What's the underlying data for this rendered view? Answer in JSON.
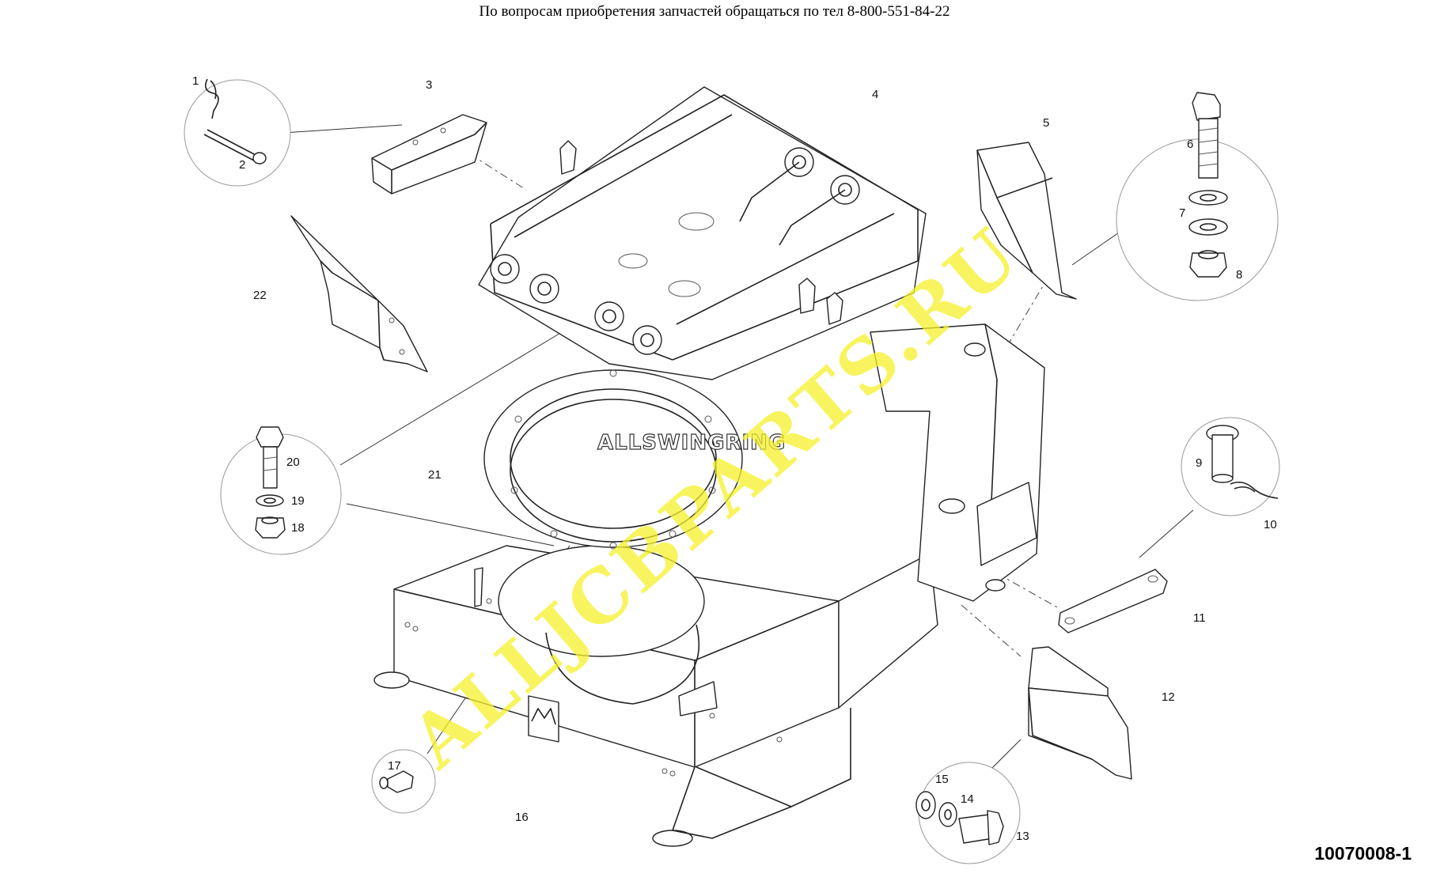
{
  "header": {
    "text": "По вопросам приобретения запчастей обращаться по тел 8-800-551-84-22"
  },
  "drawing_number": "10070008-1",
  "stamp": "ALLSWINGRING",
  "watermark": "ALLJCBPARTS.RU",
  "callouts": [
    {
      "id": "1",
      "label": "1"
    },
    {
      "id": "2",
      "label": "2"
    },
    {
      "id": "3",
      "label": "3"
    },
    {
      "id": "4",
      "label": "4"
    },
    {
      "id": "5",
      "label": "5"
    },
    {
      "id": "6",
      "label": "6"
    },
    {
      "id": "7",
      "label": "7"
    },
    {
      "id": "8",
      "label": "8"
    },
    {
      "id": "9",
      "label": "9"
    },
    {
      "id": "10",
      "label": "10"
    },
    {
      "id": "11",
      "label": "11"
    },
    {
      "id": "12",
      "label": "12"
    },
    {
      "id": "13",
      "label": "13"
    },
    {
      "id": "14",
      "label": "14"
    },
    {
      "id": "15",
      "label": "15"
    },
    {
      "id": "16",
      "label": "16"
    },
    {
      "id": "17",
      "label": "17"
    },
    {
      "id": "18",
      "label": "18"
    },
    {
      "id": "19",
      "label": "19"
    },
    {
      "id": "20",
      "label": "20"
    },
    {
      "id": "21",
      "label": "21"
    },
    {
      "id": "22",
      "label": "22"
    }
  ]
}
